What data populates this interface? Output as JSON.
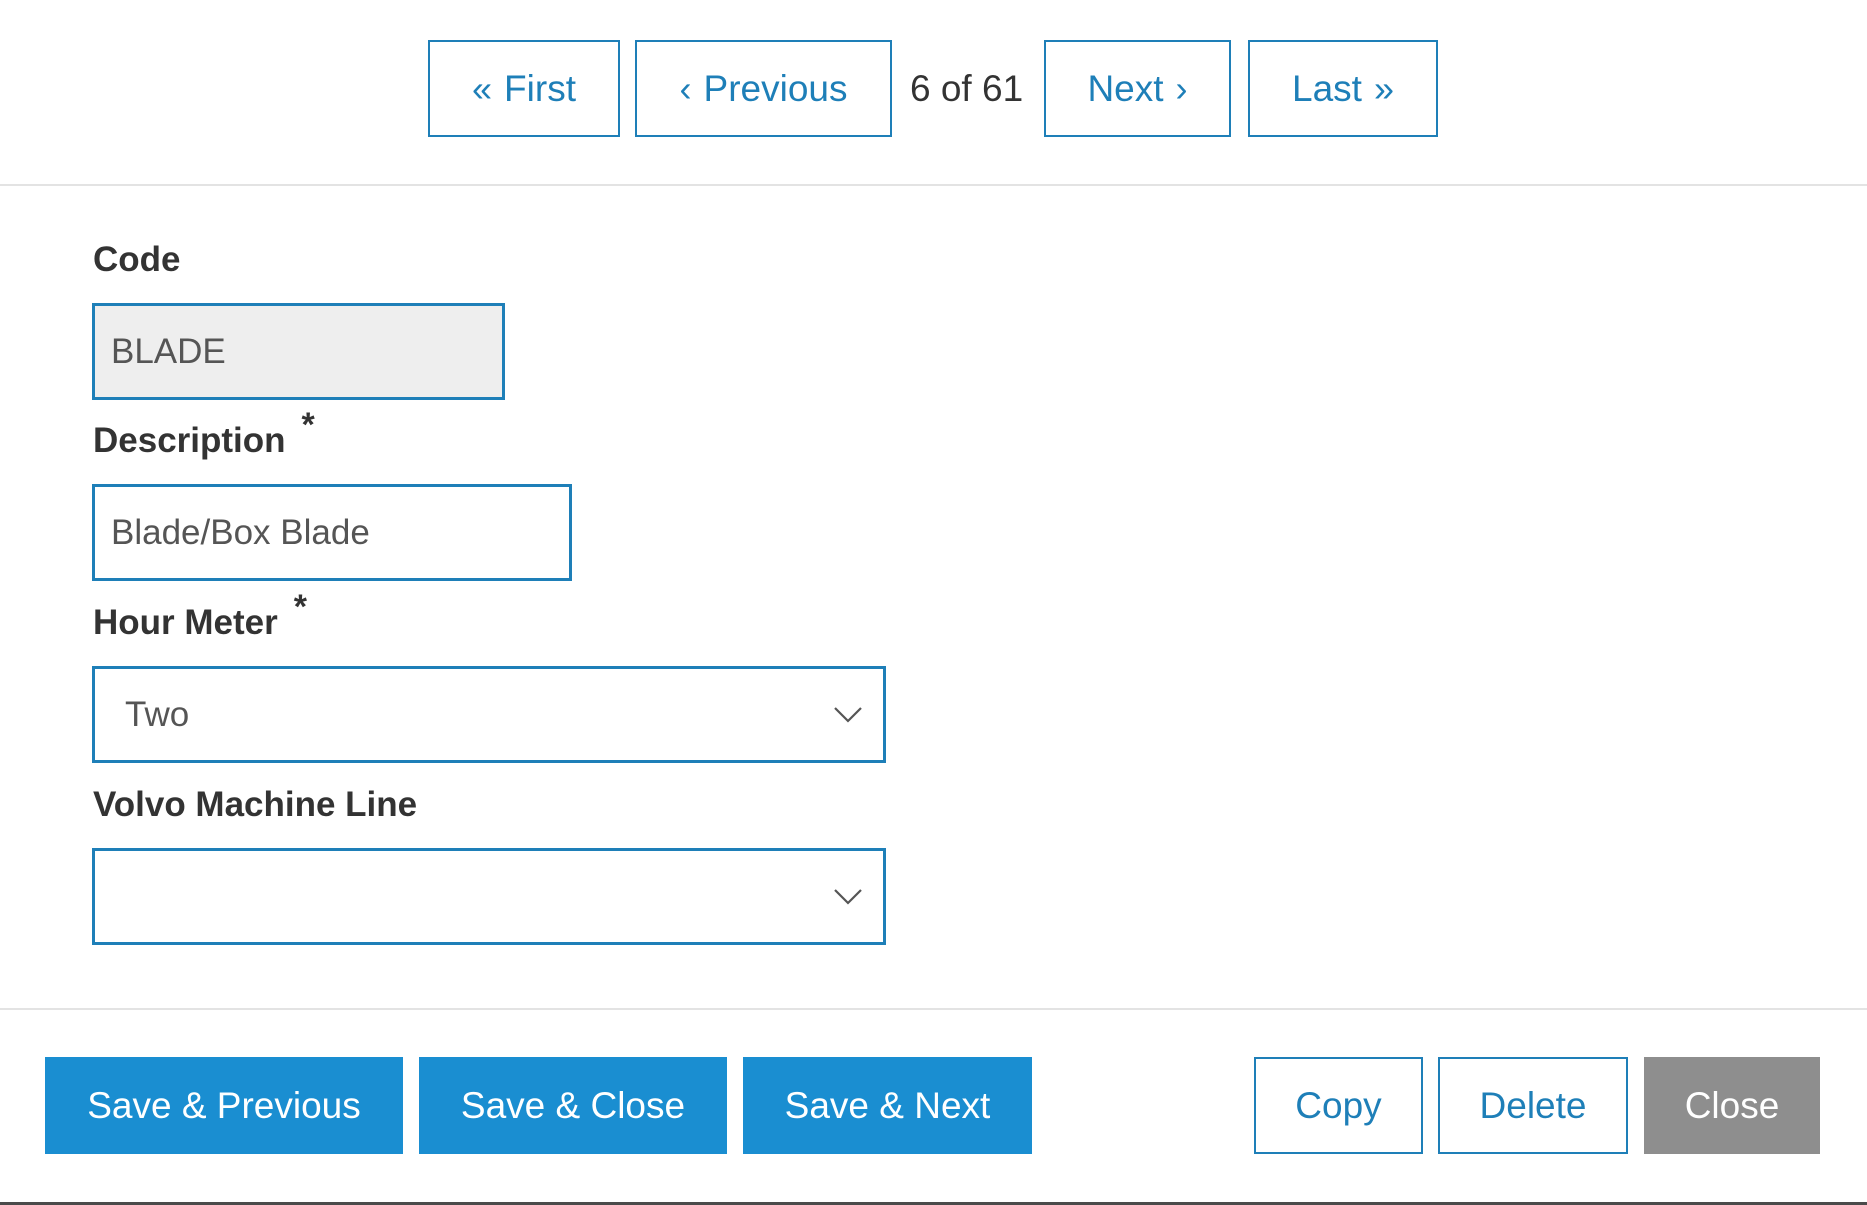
{
  "pager": {
    "first_label": "First",
    "previous_label": "Previous",
    "position_text": "6 of 61",
    "next_label": "Next",
    "last_label": "Last"
  },
  "form": {
    "code": {
      "label": "Code",
      "value": "BLADE"
    },
    "description": {
      "label": "Description",
      "required_mark": "*",
      "value": "Blade/Box Blade"
    },
    "hour_meter": {
      "label": "Hour Meter",
      "required_mark": "*",
      "selected": "Two"
    },
    "volvo_machine_line": {
      "label": "Volvo Machine Line",
      "selected": ""
    }
  },
  "footer": {
    "save_previous_label": "Save & Previous",
    "save_close_label": "Save & Close",
    "save_next_label": "Save & Next",
    "copy_label": "Copy",
    "delete_label": "Delete",
    "close_label": "Close"
  },
  "colors": {
    "accent": "#1e7fb8",
    "primary_button": "#1a8ed1",
    "muted_button": "#8e8e8e",
    "readonly_bg": "#eeeeee"
  },
  "icons": {
    "first": "double-chevron-left-icon",
    "previous": "chevron-left-icon",
    "next": "chevron-right-icon",
    "last": "double-chevron-right-icon",
    "select_caret": "chevron-down-icon"
  }
}
